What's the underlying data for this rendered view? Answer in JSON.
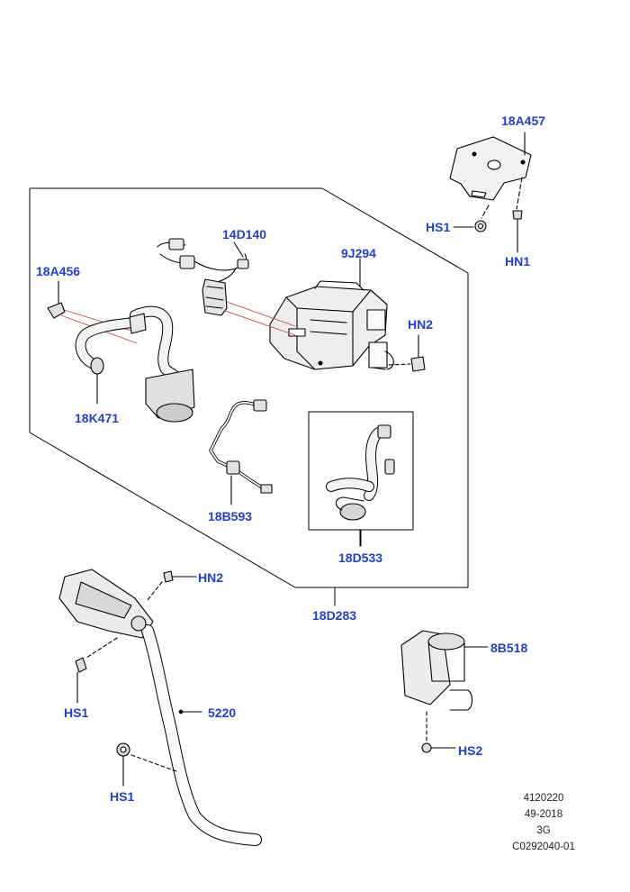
{
  "colors": {
    "callout": "#1f3fd6",
    "line": "#000000",
    "leader_red": "#d64545",
    "part_shade": "#e6e6e6"
  },
  "callouts": {
    "a18A457": "18A457",
    "hs1_top": "HS1",
    "hn1": "HN1",
    "a14D140": "14D140",
    "a9J294": "9J294",
    "a18A456": "18A456",
    "hn2_box": "HN2",
    "a18K471": "18K471",
    "a18B593": "18B593",
    "a18D533": "18D533",
    "a18D283": "18D283",
    "hn2_lower": "HN2",
    "hs1_mid": "HS1",
    "a5220": "5220",
    "hs1_bottom": "HS1",
    "a8B518": "8B518",
    "hs2": "HS2"
  },
  "footer": {
    "line1": "4120220",
    "line2": "49-2018",
    "line3": "3G",
    "line4": "C0292040-01"
  }
}
